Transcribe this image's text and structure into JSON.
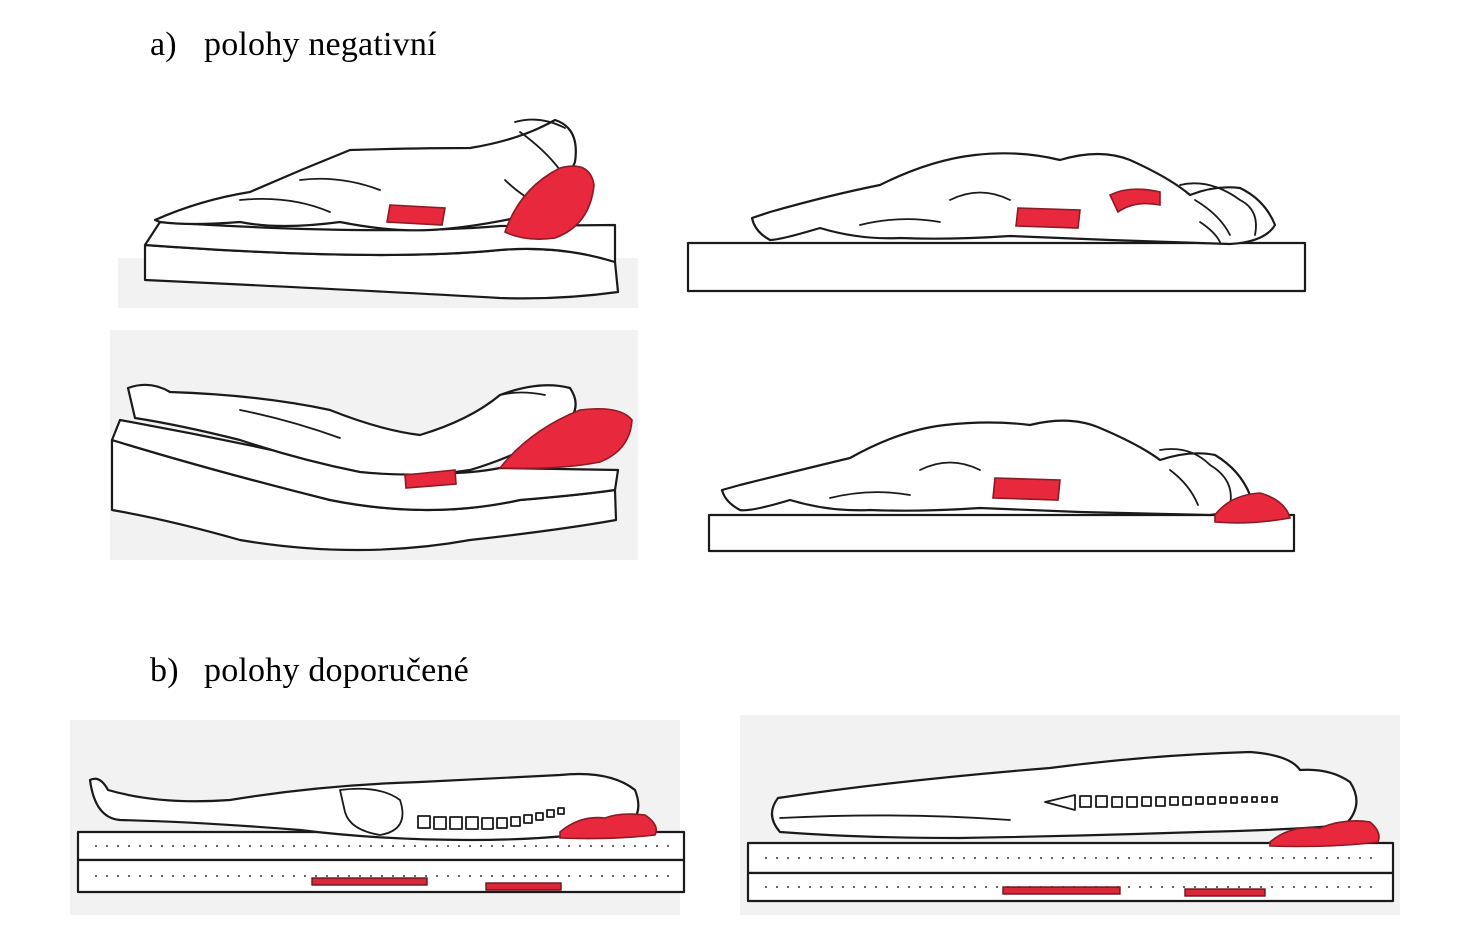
{
  "section_a": {
    "letter": "a)",
    "title": "polohy negativní"
  },
  "section_b": {
    "letter": "b)",
    "title": "polohy doporučené"
  },
  "colors": {
    "cushion": "#e8293d",
    "outline": "#1a1a1a",
    "background": "#ffffff"
  }
}
